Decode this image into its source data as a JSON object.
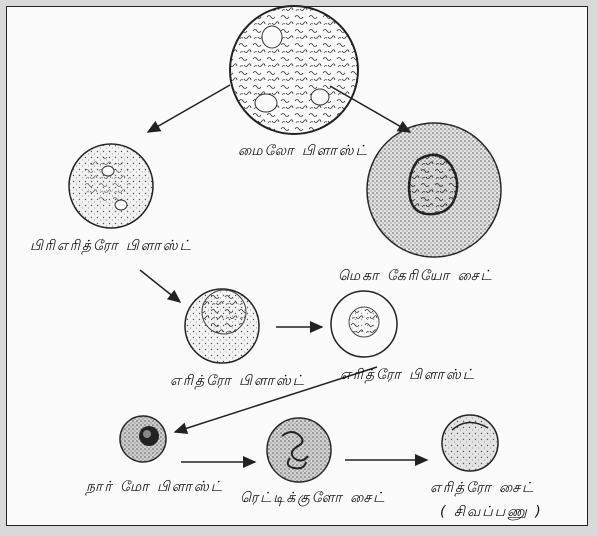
{
  "labels": {
    "myeloblast": "மைலோ பிளாஸ்ட்",
    "proerythroblast": "பிரிஎரித்ரோ பிளாஸ்ட்",
    "megakaryocyte": "மெகா கேரியோ சைட்",
    "erythroblast_1": "எரித்ரோ பிளாஸ்ட்",
    "erythroblast_2": "எரித்ரோ பிளாஸ்ட்",
    "normoblast": "நார் மோ பிளாஸ்ட்",
    "reticulocyte": "ரெட்டிக்குளோ சைட்",
    "erythrocyte": "எரித்ரோ சைட்",
    "erythrocyte_note": "( சிவப்பணு )"
  },
  "colors": {
    "ink": "#1a1a1a",
    "paper": "#fbfbfb",
    "border": "#222222"
  }
}
